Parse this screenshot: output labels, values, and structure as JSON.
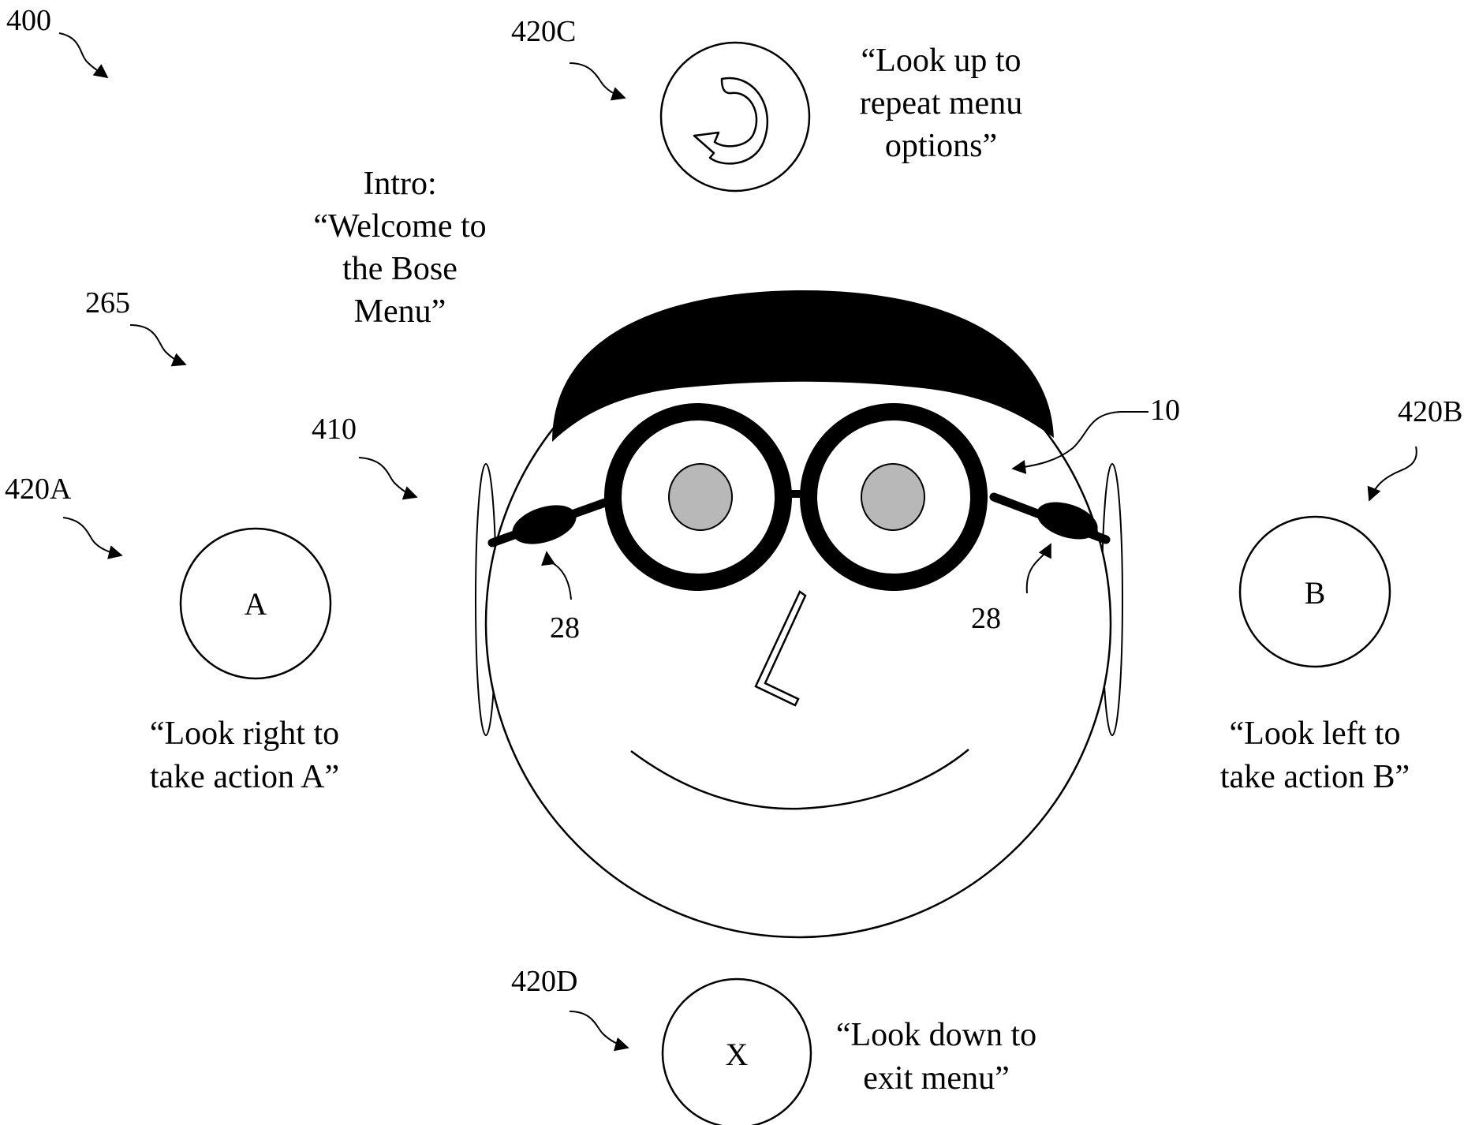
{
  "figure": {
    "ref_number": "400",
    "ref_menu": "265",
    "ref_user": "410",
    "ref_device": "10",
    "ref_transducer_left": "28",
    "ref_transducer_right": "28",
    "intro": {
      "line1": "Intro:",
      "line2": "“Welcome to",
      "line3": "the Bose",
      "line4": "Menu”"
    },
    "options": {
      "a": {
        "ref": "420A",
        "letter": "A",
        "prompt_line1": "“Look right to",
        "prompt_line2": "take action A”"
      },
      "b": {
        "ref": "420B",
        "letter": "B",
        "prompt_line1": "“Look left to",
        "prompt_line2": "take action B”"
      },
      "c": {
        "ref": "420C",
        "icon": "repeat-icon",
        "prompt_line1": "“Look up to",
        "prompt_line2": "repeat menu",
        "prompt_line3": "options”"
      },
      "d": {
        "ref": "420D",
        "letter": "X",
        "prompt_line1": "“Look down to",
        "prompt_line2": "exit menu”"
      }
    },
    "colors": {
      "ink": "#000000",
      "lens": "#b8b8b8",
      "background": "#ffffff"
    }
  }
}
